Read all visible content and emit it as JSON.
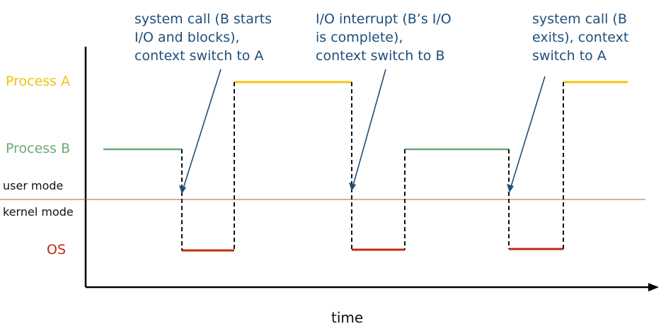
{
  "colors": {
    "process_a": "#f4c20d",
    "process_b": "#6aa878",
    "os": "#c4290f",
    "divider": "#b55a3c",
    "annotation": "#1f4e79",
    "axis": "#000000"
  },
  "rows": {
    "process_a": "Process A",
    "process_b": "Process B",
    "os": "OS"
  },
  "modes": {
    "user": "user mode",
    "kernel": "kernel mode"
  },
  "axis": {
    "xlabel": "time"
  },
  "annotations": [
    {
      "lines": [
        "system call (B starts",
        "I/O and blocks),",
        "context switch to A"
      ]
    },
    {
      "lines": [
        "I/O interrupt (B’s I/O",
        "is complete),",
        "context switch to B"
      ]
    },
    {
      "lines": [
        "system call  (B",
        "exits), context",
        "switch to A"
      ]
    }
  ]
}
